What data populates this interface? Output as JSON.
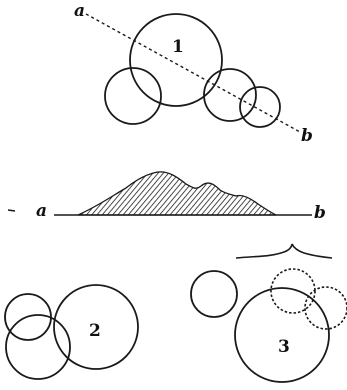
{
  "figure1": {
    "number": "1",
    "line_start_label": "a",
    "line_end_label": "b"
  },
  "section": {
    "left_label": "a",
    "right_label": "b"
  },
  "figure2": {
    "number": "2"
  },
  "figure3": {
    "number": "3"
  }
}
